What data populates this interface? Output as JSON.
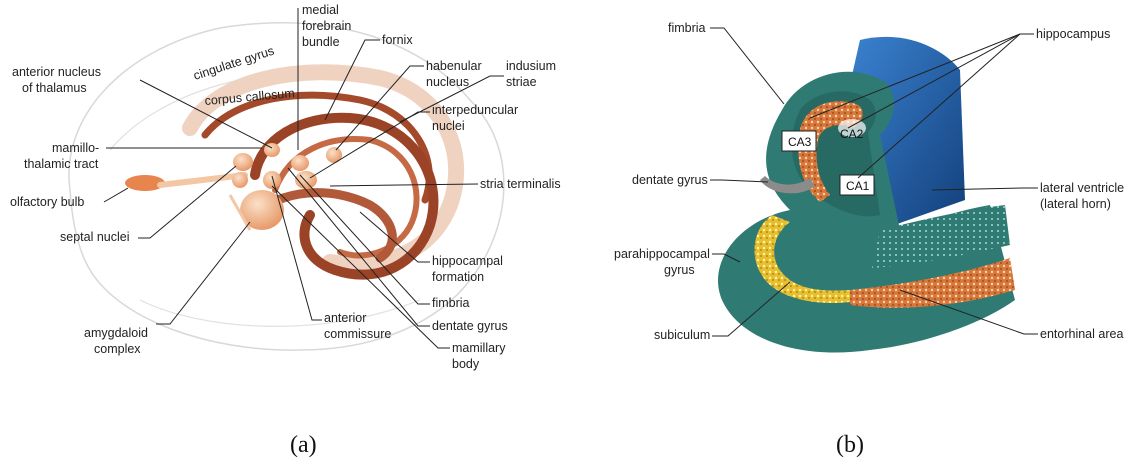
{
  "panel_a": {
    "caption": "(a)",
    "labels": {
      "cingulate_gyrus": "cingulate gyrus",
      "corpus_callosum": "corpus callosum",
      "anterior_nucleus_1": "anterior nucleus",
      "anterior_nucleus_2": "of thalamus",
      "medial_1": "medial",
      "medial_2": "forebrain",
      "medial_3": "bundle",
      "fornix": "fornix",
      "habenular_1": "habenular",
      "habenular_2": "nucleus",
      "indusium_1": "indusium",
      "indusium_2": "striae",
      "interpeduncular_1": "interpeduncular",
      "interpeduncular_2": "nuclei",
      "mamillo_1": "mamillo-",
      "mamillo_2": "thalamic tract",
      "stria_terminalis": "stria terminalis",
      "olfactory_bulb": "olfactory bulb",
      "septal_nuclei": "septal nuclei",
      "hippocampal_1": "hippocampal",
      "hippocampal_2": "formation",
      "fimbria": "fimbria",
      "amygdaloid_1": "amygdaloid",
      "amygdaloid_2": "complex",
      "anterior_commissure_1": "anterior",
      "anterior_commissure_2": "commissure",
      "dentate_gyrus": "dentate gyrus",
      "mamillary_1": "mamillary",
      "mamillary_2": "body"
    }
  },
  "panel_b": {
    "caption": "(b)",
    "labels": {
      "fimbria": "fimbria",
      "hippocampus": "hippocampus",
      "ca3": "CA3",
      "ca2": "CA2",
      "ca1": "CA1",
      "dentate_gyrus": "dentate gyrus",
      "lateral_ventricle_1": "lateral ventricle",
      "lateral_ventricle_2": "(lateral horn)",
      "parahippocampal_1": "parahippocampal",
      "parahippocampal_2": "gyrus",
      "subiculum": "subiculum",
      "entorhinal_area": "entorhinal area"
    }
  },
  "colors": {
    "brown": "#a04a2a",
    "peach": "#f0b48a",
    "teal": "#2e7a73",
    "blue": "#1f5fa8",
    "yellow": "#e8c23a",
    "orange_dots": "#d87a3a"
  }
}
